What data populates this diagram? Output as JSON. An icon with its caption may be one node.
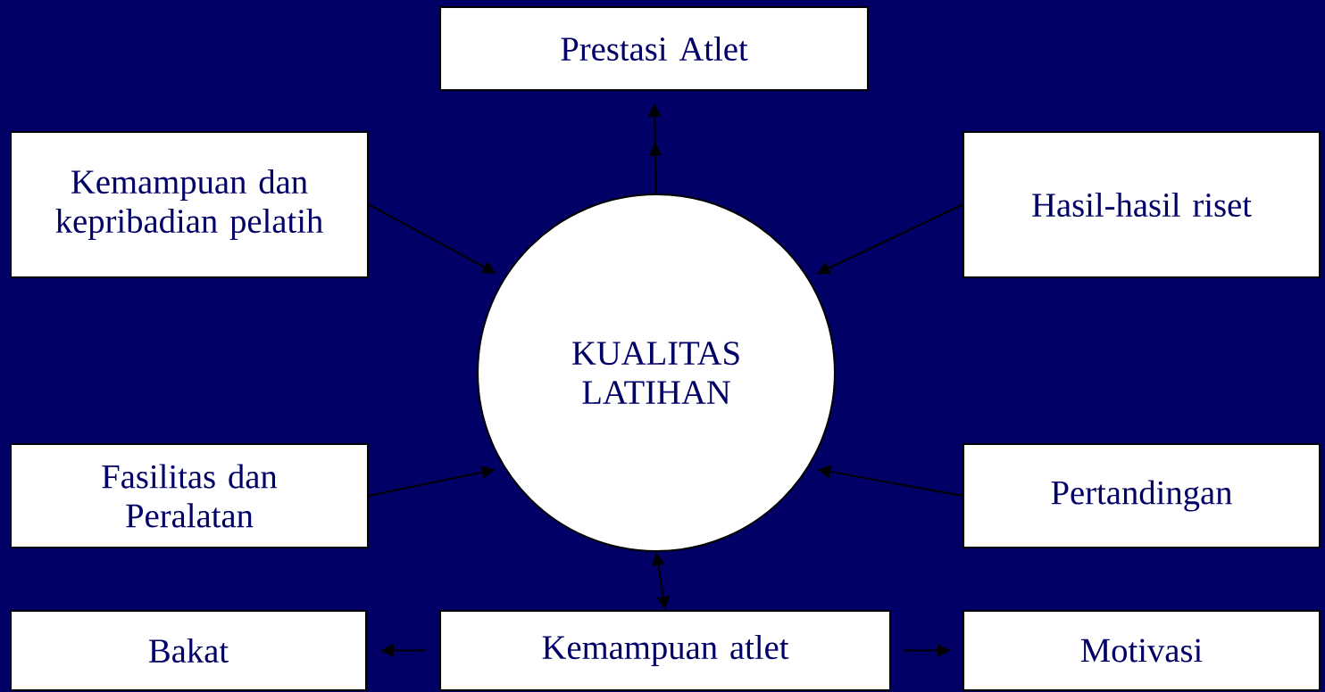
{
  "diagram": {
    "nodes": [
      {
        "text": [
          "Prestasi Atlet"
        ]
      },
      {
        "text": [
          "Kemampuan dan kepribadian pelatih"
        ]
      },
      {
        "text": [
          "Hasil-hasil riset"
        ]
      },
      {
        "text": [
          "KUALITAS LATIHAN"
        ]
      },
      {
        "text": [
          "Fasilitas dan Peralatan"
        ]
      },
      {
        "text": [
          "Pertandingan"
        ]
      },
      {
        "text": [
          "Bakat"
        ]
      },
      {
        "text": [
          "Kemampuan atlet"
        ]
      },
      {
        "text": [
          "Motivasi"
        ]
      }
    ],
    "edges": [
      {
        "from": 3,
        "to": 0,
        "arrow": "to"
      },
      {
        "from": 1,
        "to": 3,
        "arrow": "to"
      },
      {
        "from": 2,
        "to": 3,
        "arrow": "to"
      },
      {
        "from": 4,
        "to": 3,
        "arrow": "to"
      },
      {
        "from": 5,
        "to": 3,
        "arrow": "to"
      },
      {
        "from": 3,
        "to": 7,
        "arrow": "both"
      },
      {
        "from": 7,
        "to": 6,
        "arrow": "to"
      },
      {
        "from": 7,
        "to": 8,
        "arrow": "to"
      }
    ]
  }
}
